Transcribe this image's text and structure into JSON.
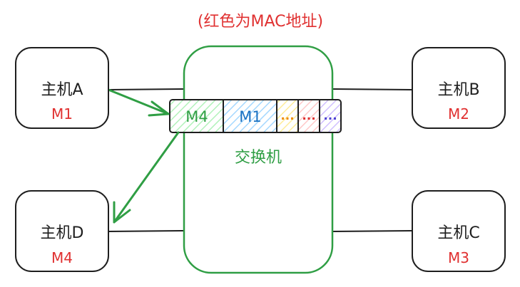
{
  "caption": "(红色为MAC地址)",
  "switch": {
    "label": "交换机"
  },
  "hosts": [
    {
      "id": "A",
      "name": "主机A",
      "mac": "M1"
    },
    {
      "id": "B",
      "name": "主机B",
      "mac": "M2"
    },
    {
      "id": "C",
      "name": "主机C",
      "mac": "M3"
    },
    {
      "id": "D",
      "name": "主机D",
      "mac": "M4"
    }
  ],
  "mac_table": {
    "cells": [
      {
        "text": "M4",
        "color": "#2f9e44"
      },
      {
        "text": "M1",
        "color": "#1971c2"
      },
      {
        "text": "...",
        "color": "#f08c00"
      },
      {
        "text": "...",
        "color": "#e03131"
      },
      {
        "text": "...",
        "color": "#4c3fd1"
      }
    ]
  },
  "colors": {
    "mac": "#e03131",
    "switch": "#2f9e44",
    "stroke": "#1e1e1e",
    "arrow": "#2f9e44"
  }
}
